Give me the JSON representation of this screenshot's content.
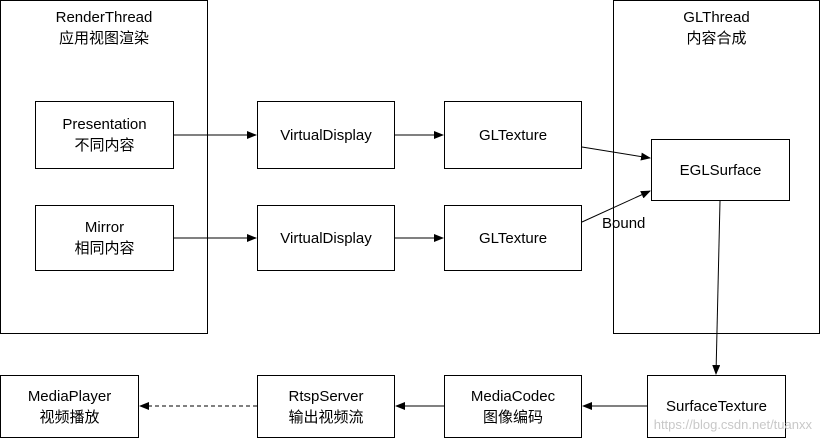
{
  "containers": {
    "render_thread": {
      "title": "RenderThread",
      "subtitle": "应用视图渲染"
    },
    "gl_thread": {
      "title": "GLThread",
      "subtitle": "内容合成"
    }
  },
  "nodes": {
    "presentation": {
      "line1": "Presentation",
      "line2": "不同内容"
    },
    "mirror": {
      "line1": "Mirror",
      "line2": "相同内容"
    },
    "virtual_display_1": {
      "line1": "VirtualDisplay"
    },
    "virtual_display_2": {
      "line1": "VirtualDisplay"
    },
    "gltexture_1": {
      "line1": "GLTexture"
    },
    "gltexture_2": {
      "line1": "GLTexture"
    },
    "eglsurface": {
      "line1": "EGLSurface"
    },
    "surface_texture": {
      "line1": "SurfaceTexture"
    },
    "media_codec": {
      "line1": "MediaCodec",
      "line2": "图像编码"
    },
    "rtsp_server": {
      "line1": "RtspServer",
      "line2": "输出视频流"
    },
    "media_player": {
      "line1": "MediaPlayer",
      "line2": "视频播放"
    }
  },
  "edge_labels": {
    "bound": "Bound"
  },
  "watermark": "https://blog.csdn.net/tuanxx",
  "colors": {
    "stroke": "#000000",
    "watermark": "#c8c8c8"
  }
}
